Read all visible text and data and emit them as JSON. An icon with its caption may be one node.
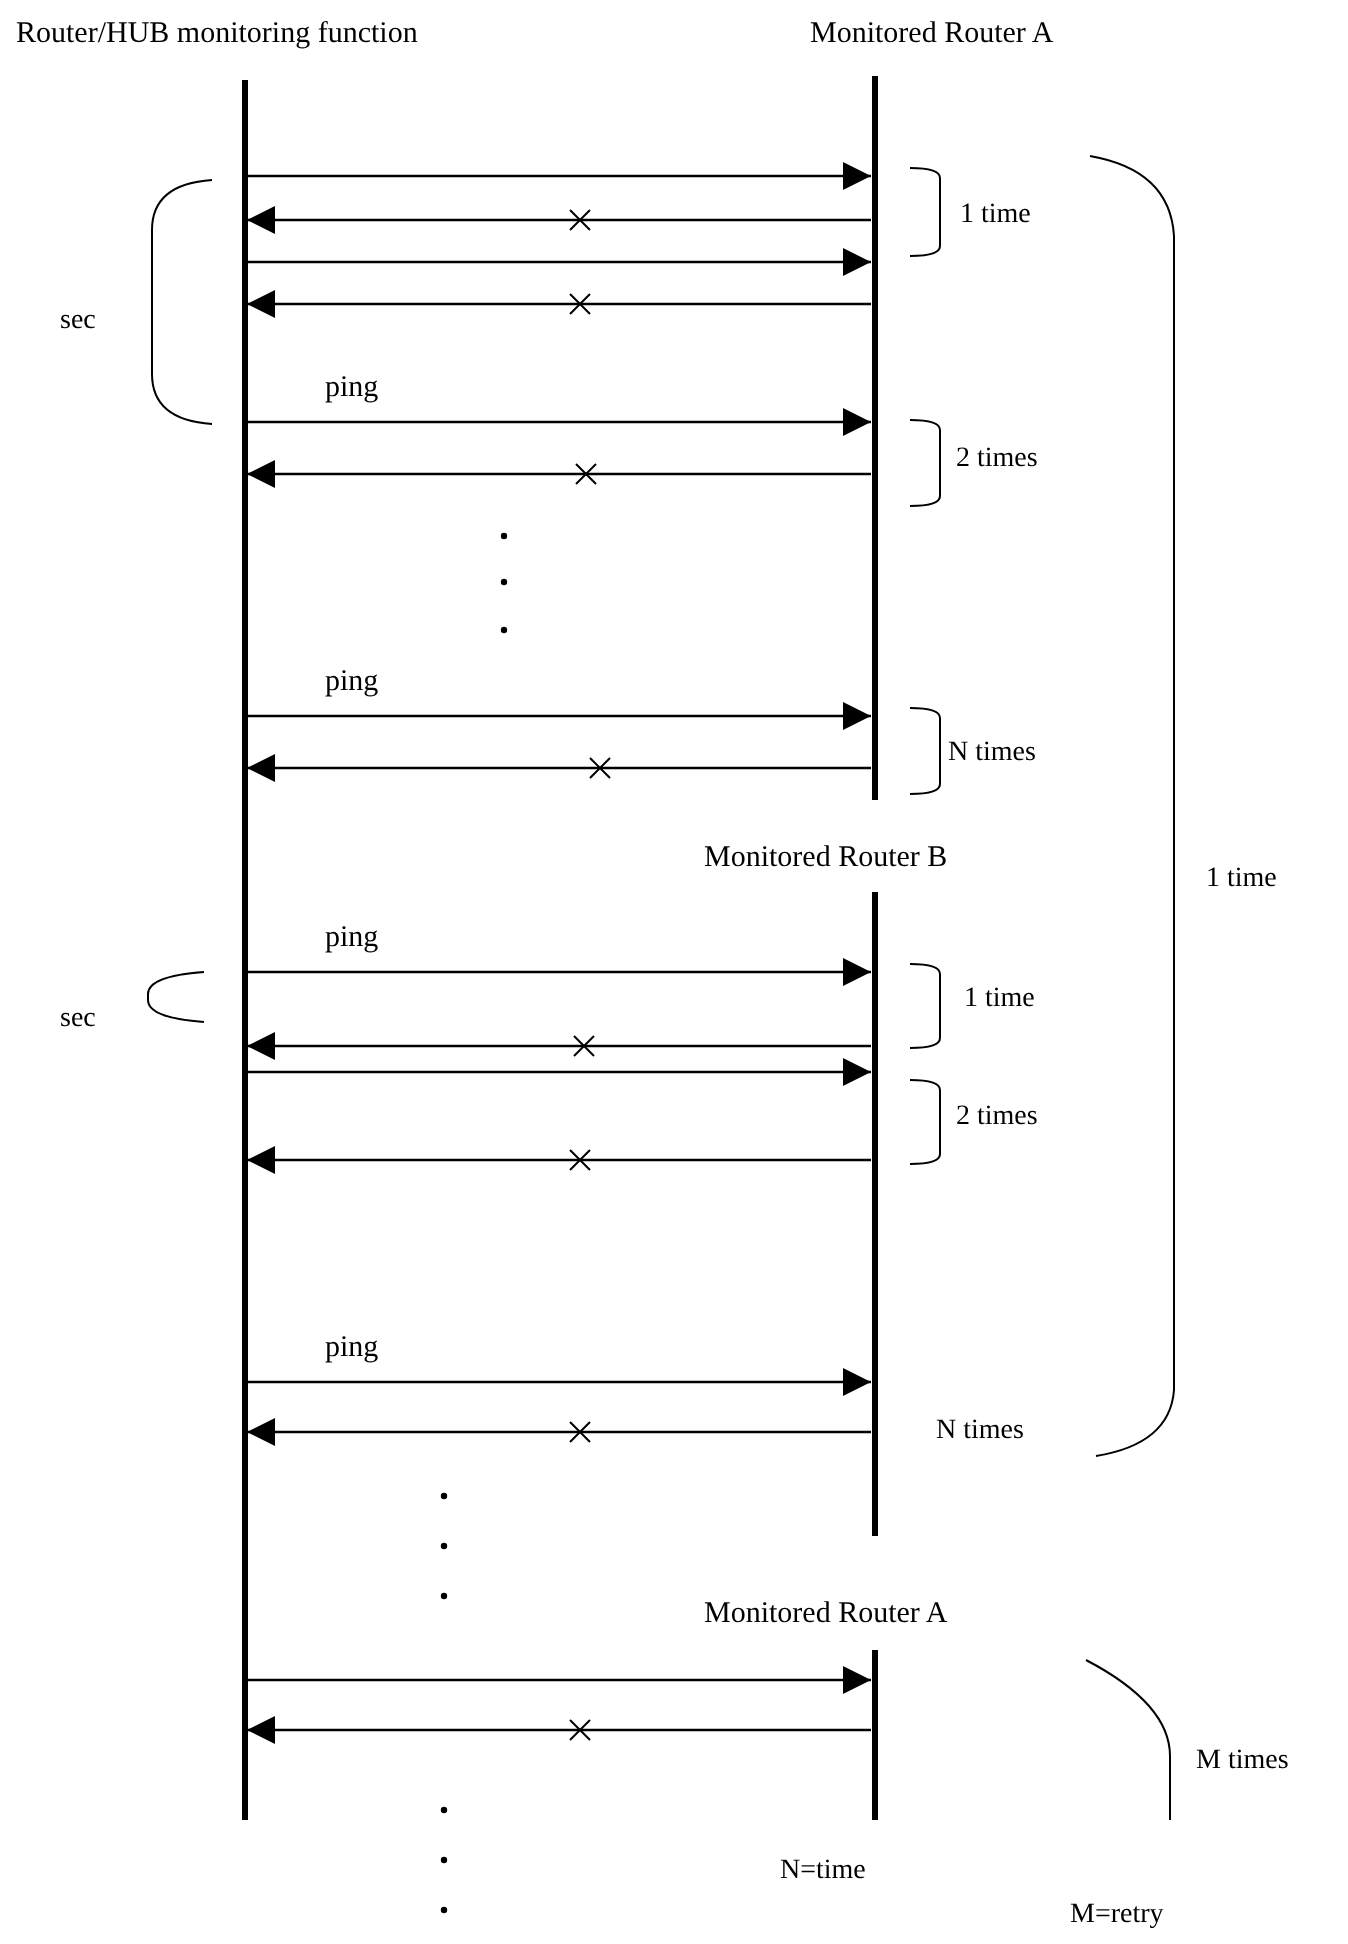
{
  "diagram": {
    "nodes": [
      {
        "text": [
          "Router/HUB monitoring function"
        ]
      },
      {
        "text": [
          "Monitored Router A"
        ]
      },
      {
        "text": [
          "Monitored Router B"
        ]
      },
      {
        "text": [
          "Monitored Router A"
        ]
      }
    ],
    "edges": [
      {
        "from": 0,
        "to": 1,
        "arrow": "to"
      },
      {
        "from": 1,
        "to": 0,
        "arrow": "to"
      },
      {
        "from": 0,
        "to": 1,
        "arrow": "to"
      },
      {
        "from": 1,
        "to": 0,
        "arrow": "to"
      },
      {
        "from": 0,
        "to": 1,
        "arrow": "to",
        "label": "ping"
      },
      {
        "from": 1,
        "to": 0,
        "arrow": "to"
      },
      {
        "from": 0,
        "to": 1,
        "arrow": "to",
        "label": "ping"
      },
      {
        "from": 1,
        "to": 0,
        "arrow": "to"
      },
      {
        "from": 0,
        "to": 2,
        "arrow": "to",
        "label": "ping"
      },
      {
        "from": 2,
        "to": 0,
        "arrow": "to"
      },
      {
        "from": 0,
        "to": 2,
        "arrow": "to"
      },
      {
        "from": 2,
        "to": 0,
        "arrow": "to"
      },
      {
        "from": 0,
        "to": 2,
        "arrow": "to",
        "label": "ping"
      },
      {
        "from": 2,
        "to": 0,
        "arrow": "to"
      },
      {
        "from": 0,
        "to": 3,
        "arrow": "to"
      },
      {
        "from": 3,
        "to": 0,
        "arrow": "to"
      }
    ],
    "labels": [
      "1 time",
      "sec",
      "2 times",
      "N times",
      "1 time",
      "1 time",
      "sec",
      "2 times",
      "N times",
      "M times",
      "N=time",
      "M=retry"
    ]
  }
}
